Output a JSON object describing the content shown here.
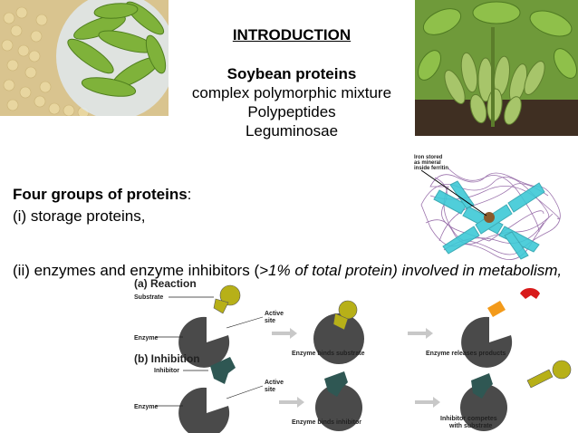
{
  "slide": {
    "title": "INTRODUCTION",
    "subtitle": "Soybean proteins",
    "lines": [
      "complex polymorphic mixture",
      "Polypeptides",
      "Leguminosae"
    ],
    "groups_label": "Four groups of proteins",
    "groups_colon": ":",
    "item1": "(i) storage proteins,",
    "item2_start": "(ii) enzymes and enzyme inhibitors (",
    "item2_italic": ">1% of total protein) involved in metabolism,"
  },
  "protein_figure": {
    "caption_lines": [
      "Iron stored",
      "as mineral",
      "inside ferritin"
    ]
  },
  "enzyme_diagram": {
    "section_a": "(a) Reaction",
    "section_b": "(b) Inhibition",
    "substrate_label": "Substrate",
    "inhibitor_label": "Inhibitor",
    "enzyme_label": "Enzyme",
    "active_site_lines": [
      "Active",
      "site"
    ],
    "captions_a": [
      "Enzyme binds substrate",
      "Enzyme releases products"
    ],
    "captions_b": [
      "Enzyme binds inhibitor",
      "Inhibitor competes",
      "with substrate"
    ],
    "colors": {
      "enzyme": "#4a4a4a",
      "substrate": "#b7b018",
      "inhibitor": "#2f5753",
      "product_red": "#d81b1b",
      "product_orange": "#f39a1a",
      "arrow": "#c8c8c8"
    }
  },
  "colors": {
    "protein_purple": "#8a5a9e",
    "protein_cyan": "#3ec9d6",
    "protein_core": "#8a5a2b"
  }
}
